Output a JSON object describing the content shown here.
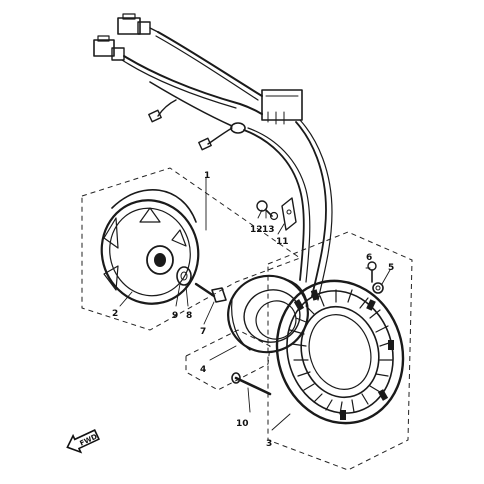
{
  "diagram": {
    "style": "exploded-parts-view",
    "ink_color": "#1a1a1a",
    "background_color": "#ffffff",
    "callouts": [
      {
        "id": "c1",
        "text": "1"
      },
      {
        "id": "c2",
        "text": "2"
      },
      {
        "id": "c3",
        "text": "3"
      },
      {
        "id": "c4",
        "text": "4"
      },
      {
        "id": "c5",
        "text": "5"
      },
      {
        "id": "c6",
        "text": "6"
      },
      {
        "id": "c7",
        "text": "7"
      },
      {
        "id": "c8",
        "text": "8"
      },
      {
        "id": "c9",
        "text": "9"
      },
      {
        "id": "c10",
        "text": "10"
      },
      {
        "id": "c11",
        "text": "11"
      },
      {
        "id": "c12",
        "text": "12"
      },
      {
        "id": "c13",
        "text": "13"
      }
    ],
    "direction_marker": {
      "text": "FWD",
      "icon": "front-arrow-icon"
    }
  }
}
